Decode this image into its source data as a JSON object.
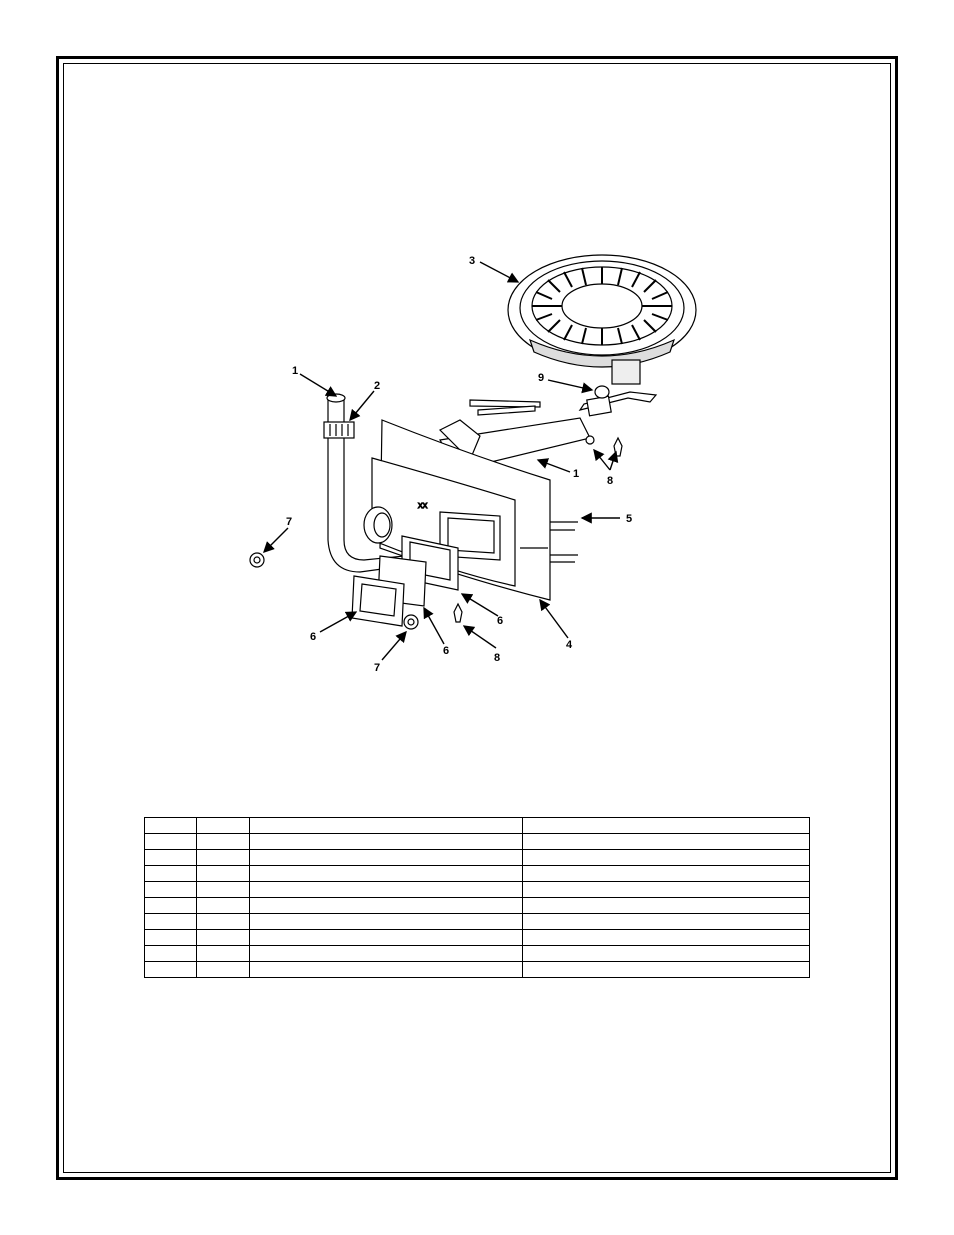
{
  "diagram": {
    "callouts": {
      "c1a": "1",
      "c1b": "1",
      "c2": "2",
      "c3": "3",
      "c4": "4",
      "c5": "5",
      "c6a": "6",
      "c6b": "6",
      "c6c": "6",
      "c7a": "7",
      "c7b": "7",
      "c8a": "8",
      "c8b": "8",
      "c9": "9"
    },
    "panel_mark": "XX"
  },
  "parts_table": {
    "rows": [
      [
        "",
        "",
        "",
        ""
      ],
      [
        "",
        "",
        "",
        ""
      ],
      [
        "",
        "",
        "",
        ""
      ],
      [
        "",
        "",
        "",
        ""
      ],
      [
        "",
        "",
        "",
        ""
      ],
      [
        "",
        "",
        "",
        ""
      ],
      [
        "",
        "",
        "",
        ""
      ],
      [
        "",
        "",
        "",
        ""
      ],
      [
        "",
        "",
        "",
        ""
      ],
      [
        "",
        "",
        "",
        ""
      ]
    ]
  }
}
